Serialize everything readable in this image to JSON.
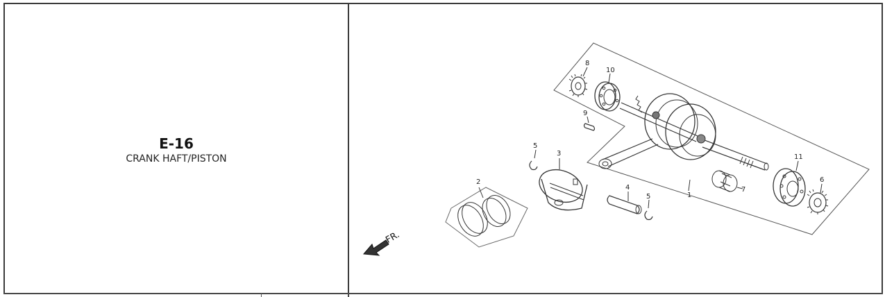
{
  "section": {
    "code": "E-16",
    "name": "CRANK HAFT/PISTON"
  },
  "diagram": {
    "direction_label": "FR.",
    "parts": [
      {
        "id": "part-crankshaft",
        "callout": "1"
      },
      {
        "id": "part-piston-rings",
        "callout": "2"
      },
      {
        "id": "part-piston",
        "callout": "3"
      },
      {
        "id": "part-piston-pin",
        "callout": "4"
      },
      {
        "id": "part-pin-clip-left",
        "callout": "5"
      },
      {
        "id": "part-pin-clip-right",
        "callout": "5"
      },
      {
        "id": "part-drive-gear",
        "callout": "6"
      },
      {
        "id": "part-needle-bearing",
        "callout": "7"
      },
      {
        "id": "part-timing-gear",
        "callout": "8"
      },
      {
        "id": "part-woodruff-key",
        "callout": "9"
      },
      {
        "id": "part-bearing-left",
        "callout": "10"
      },
      {
        "id": "part-bearing-right",
        "callout": "11"
      }
    ]
  }
}
